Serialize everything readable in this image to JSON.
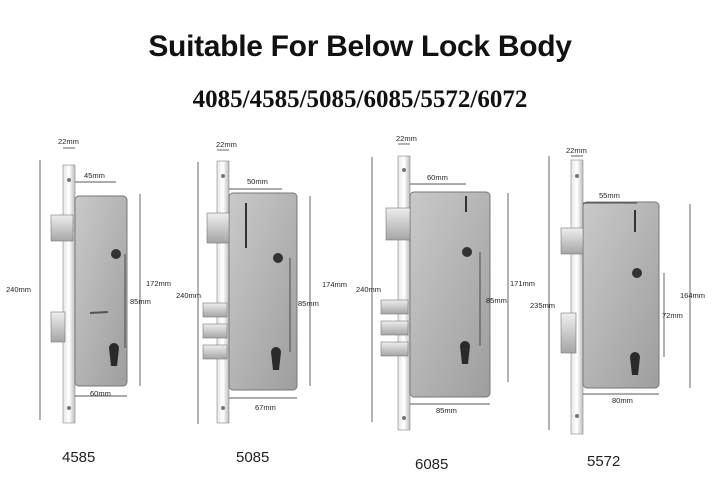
{
  "heading": "Suitable For Below Lock Body",
  "models_line": "4085/4585/5085/6085/5572/6072",
  "locks": [
    {
      "model": "4585",
      "faceplate_width": "22mm",
      "backset": "45mm",
      "height": "240mm",
      "body_height": "172mm",
      "center_distance": "85mm",
      "bottom_width": "60mm"
    },
    {
      "model": "5085",
      "faceplate_width": "22mm",
      "backset": "50mm",
      "height": "240mm",
      "body_height": "174mm",
      "center_distance": "85mm",
      "bottom_width": "67mm"
    },
    {
      "model": "6085",
      "faceplate_width": "22mm",
      "backset": "60mm",
      "height": "240mm",
      "body_height": "171mm",
      "center_distance": "85mm",
      "bottom_width": "85mm"
    },
    {
      "model": "5572",
      "faceplate_width": "22mm",
      "backset": "55mm",
      "height": "235mm",
      "body_height": "164mm",
      "center_distance": "72mm",
      "bottom_width": "80mm"
    }
  ]
}
